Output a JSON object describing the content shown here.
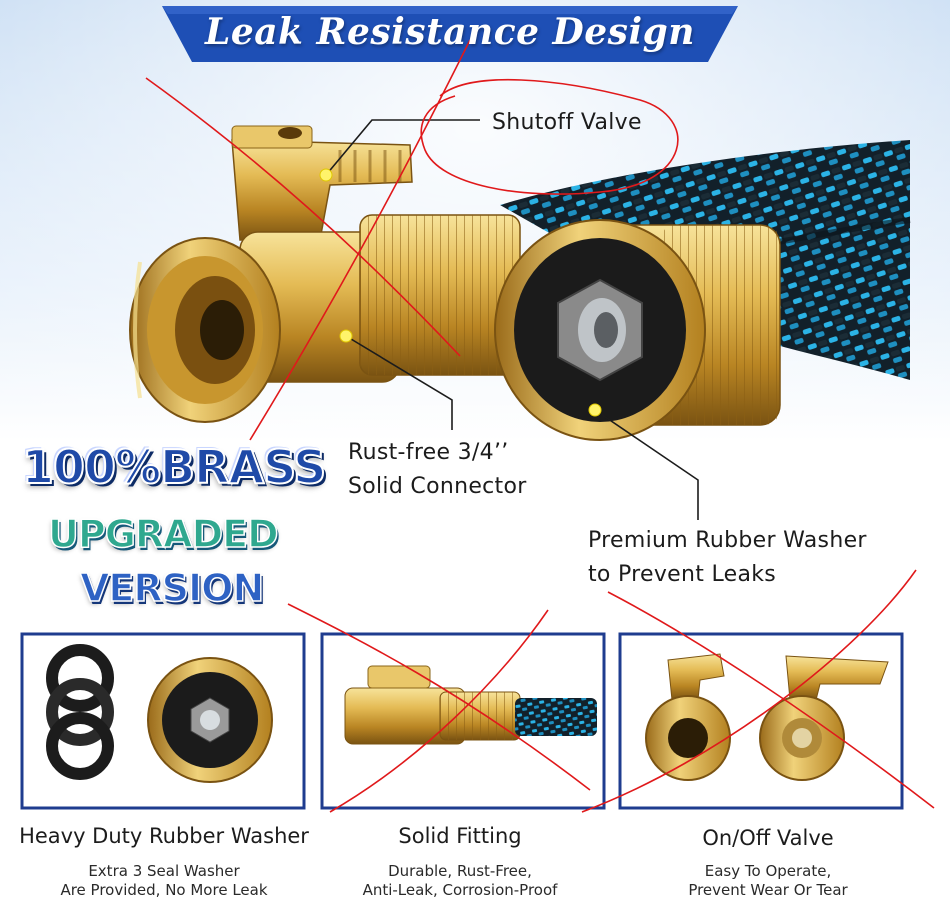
{
  "banner": {
    "title": "Leak Resistance Design"
  },
  "callouts": {
    "shutoff_valve": "Shutoff Valve",
    "connector_line1": "Rust-free 3/4’’",
    "connector_line2": "Solid Connector",
    "washer_line1": "Premium Rubber Washer",
    "washer_line2": "to Prevent Leaks"
  },
  "badges": {
    "brass": "100%BRASS",
    "upgraded": "UPGRADED",
    "version": "VERSION"
  },
  "features": [
    {
      "title": "Heavy Duty Rubber Washer",
      "line1": "Extra 3 Seal Washer",
      "line2": "Are Provided, No More Leak"
    },
    {
      "title": "Solid Fitting",
      "line1": "Durable, Rust-Free,",
      "line2": "Anti-Leak, Corrosion-Proof"
    },
    {
      "title": "On/Off Valve",
      "line1": "Easy To Operate,",
      "line2": "Prevent Wear Or Tear"
    }
  ],
  "colors": {
    "banner_blue": "#1e4fb5",
    "panel_border": "#1f3c8f",
    "brass": "#d4a43a",
    "hose_blue": "#2bb3e6",
    "annotation_red": "#e0191b"
  }
}
